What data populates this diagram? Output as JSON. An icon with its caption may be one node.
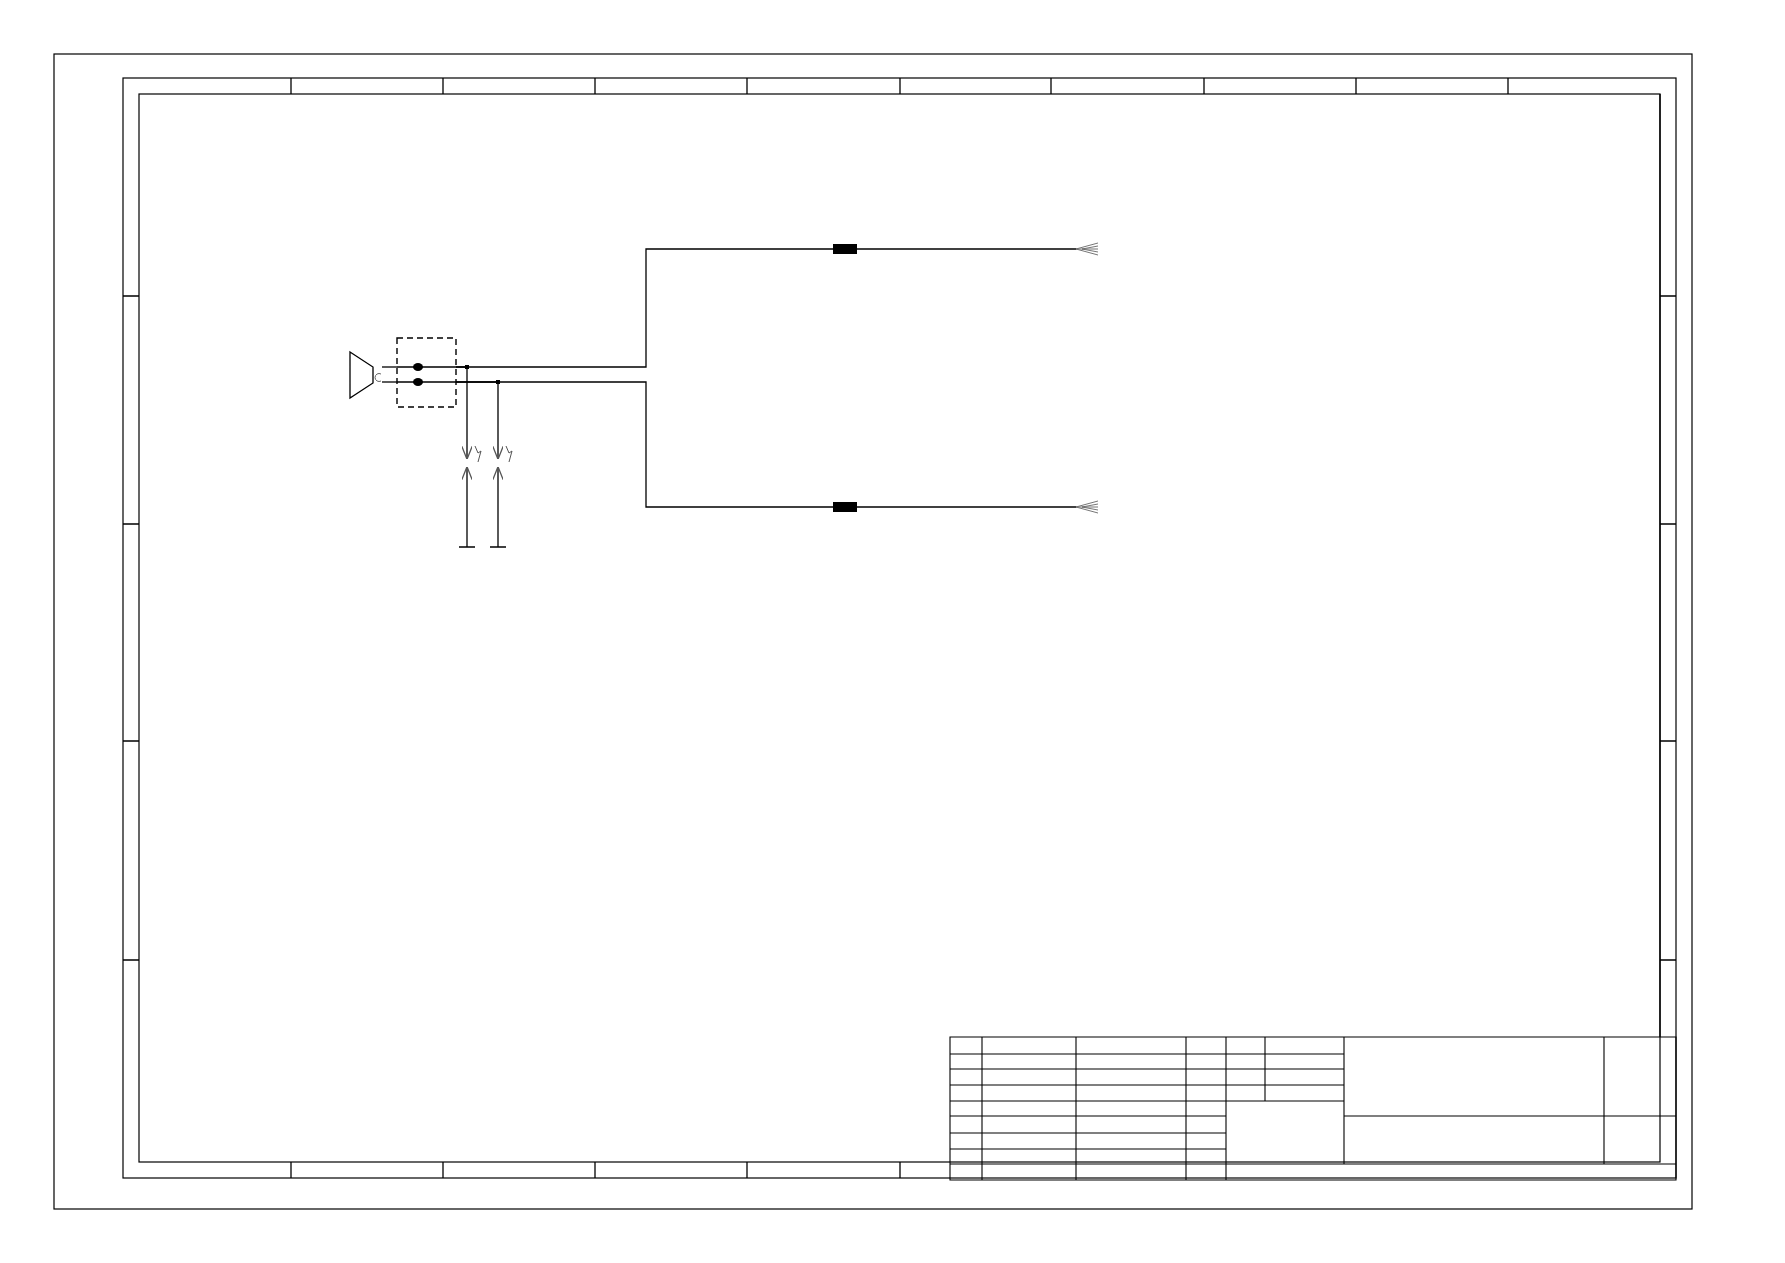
{
  "diagram": {
    "nodes": [
      {
        "text": [],
        "shape": "trapezoid"
      },
      {
        "text": [],
        "shape": "box"
      },
      {
        "text": [],
        "shape": "picture"
      },
      {
        "text": [],
        "shape": "picture"
      },
      {
        "text": [],
        "shape": "picture"
      },
      {
        "text": [],
        "shape": "picture"
      },
      {
        "text": [],
        "shape": "bar"
      },
      {
        "text": [],
        "shape": "bar"
      },
      {
        "text": [],
        "shape": "picture"
      },
      {
        "text": [],
        "shape": "picture"
      }
    ],
    "edges": [
      {
        "from": 0,
        "to": 1,
        "arrow": "none"
      },
      {
        "from": 0,
        "to": 1,
        "arrow": "none"
      },
      {
        "from": 1,
        "to": 6,
        "arrow": "none"
      },
      {
        "from": 1,
        "to": 7,
        "arrow": "none"
      },
      {
        "from": 1,
        "to": 2,
        "arrow": "to"
      },
      {
        "from": 1,
        "to": 3,
        "arrow": "to"
      },
      {
        "from": 4,
        "to": 2,
        "arrow": "to"
      },
      {
        "from": 5,
        "to": 3,
        "arrow": "to"
      },
      {
        "from": 6,
        "to": 8,
        "arrow": "none"
      },
      {
        "from": 7,
        "to": 9,
        "arrow": "none"
      }
    ]
  }
}
